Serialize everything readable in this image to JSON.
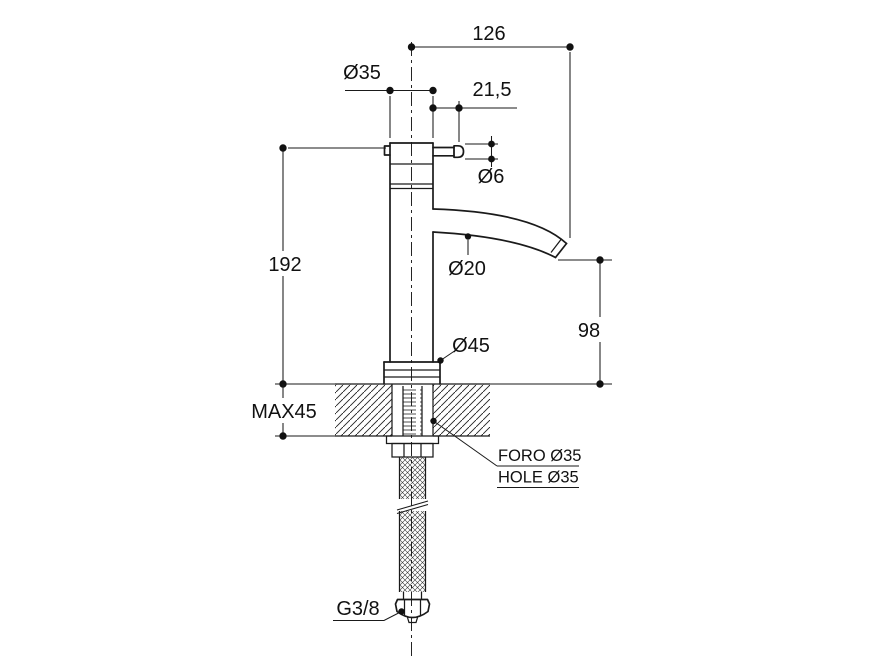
{
  "drawing": {
    "style": {
      "ink": "#1a1a1a",
      "background": "#ffffff"
    },
    "labels": {
      "overall_width": "126",
      "body_diameter": "Ø35",
      "handle_projection": "21,5",
      "pin_diameter": "Ø6",
      "height_to_deck": "192",
      "spout_diameter": "Ø20",
      "spout_height": "98",
      "base_diameter": "Ø45",
      "max_deck_thickness": "MAX45",
      "hole_label_it": "FORO Ø35",
      "hole_label_en": "HOLE Ø35",
      "inlet_thread": "G3/8"
    }
  }
}
